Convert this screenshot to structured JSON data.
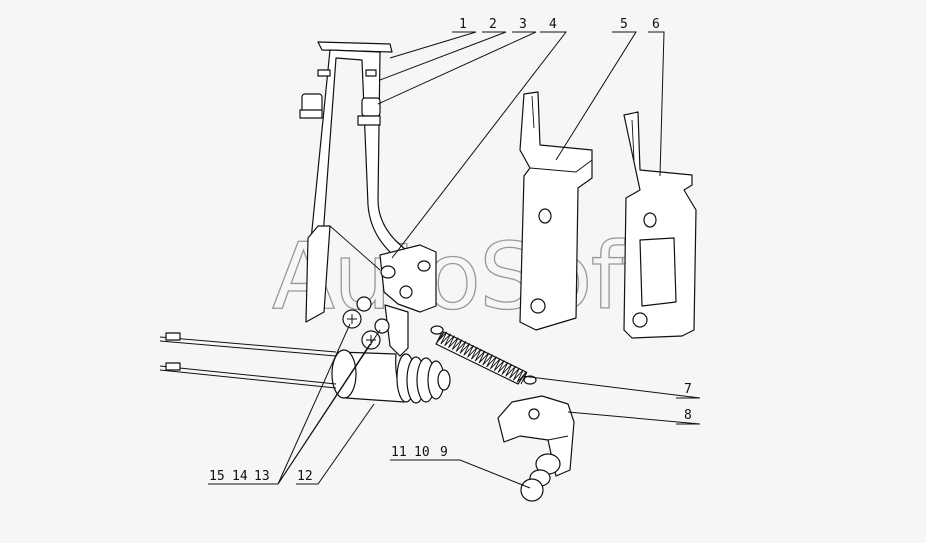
{
  "callouts": [
    "1",
    "2",
    "3",
    "4",
    "5",
    "6",
    "7",
    "8",
    "9",
    "10",
    "11",
    "12",
    "13",
    "14",
    "15"
  ],
  "watermark": "AutoSoft"
}
